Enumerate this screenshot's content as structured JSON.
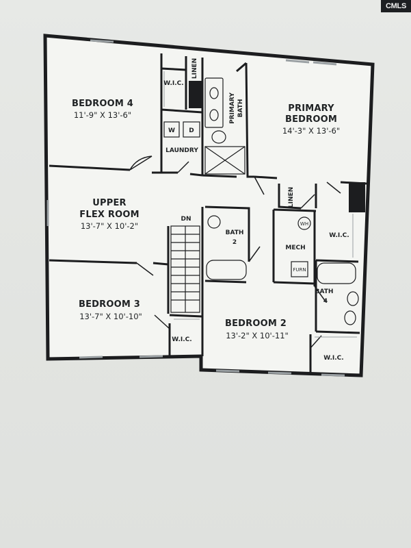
{
  "logo": {
    "text": "CMLS"
  },
  "rooms": {
    "bedroom4": {
      "name": "BEDROOM 4",
      "dims": "11'-9\" X 13'-6\""
    },
    "primary": {
      "name_line1": "PRIMARY",
      "name_line2": "BEDROOM",
      "dims": "14'-3\" X 13'-6\""
    },
    "flex": {
      "name_line1": "UPPER",
      "name_line2": "FLEX ROOM",
      "dims": "13'-7\" X 10'-2\""
    },
    "bedroom3": {
      "name": "BEDROOM 3",
      "dims": "13'-7\" X 10'-10\""
    },
    "bedroom2": {
      "name": "BEDROOM 2",
      "dims": "13'-2\" X 10'-11\""
    }
  },
  "labels": {
    "wic": "W.I.C.",
    "linen": "LINEN",
    "laundry": "LAUNDRY",
    "primary_bath_1": "PRIMARY",
    "primary_bath_2": "BATH",
    "bath2_1": "BATH",
    "bath2_2": "2",
    "bath4_1": "BATH",
    "bath4_2": "4",
    "mech": "MECH",
    "wh": "WH",
    "furn": "FURN",
    "dn": "DN",
    "washer": "W",
    "dryer": "D"
  }
}
